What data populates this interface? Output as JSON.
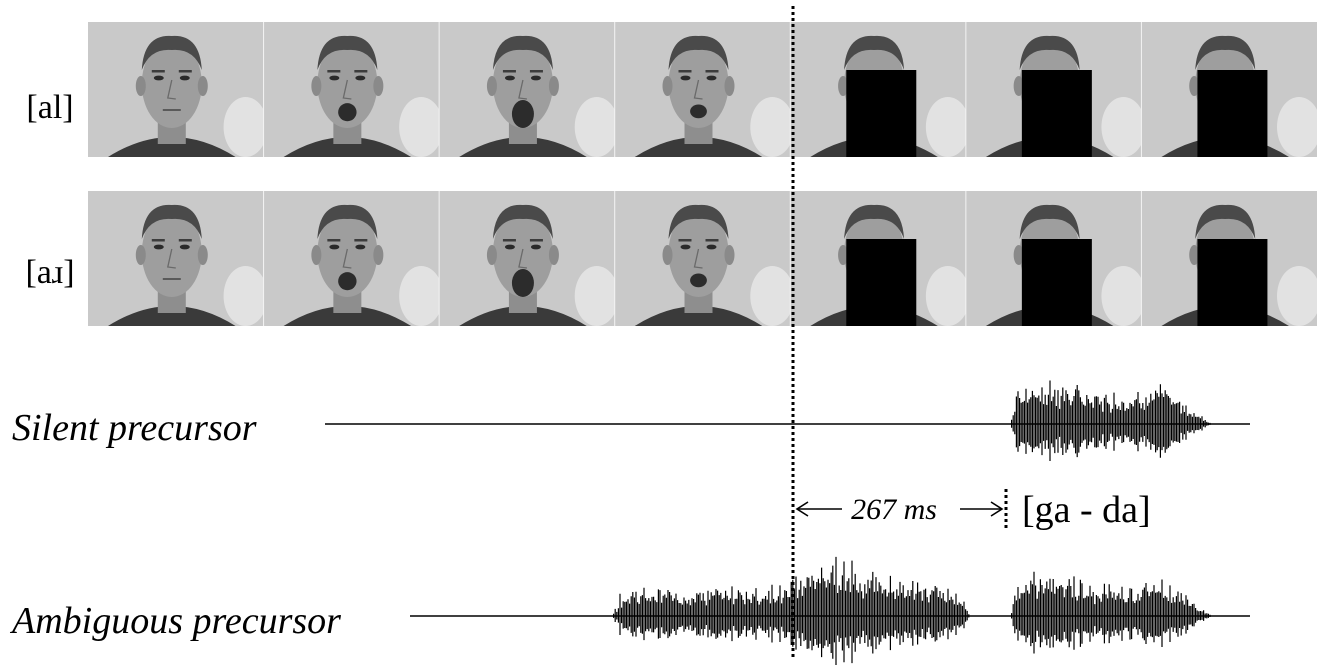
{
  "rows": [
    {
      "label": "[al]",
      "frame_count": 7,
      "masked_frames": [
        5,
        6,
        7
      ]
    },
    {
      "label": "[aɹ]",
      "frame_count": 7,
      "masked_frames": [
        5,
        6,
        7
      ]
    }
  ],
  "conditions": {
    "silent": "Silent precursor",
    "ambiguous": "Ambiguous precursor"
  },
  "timing": {
    "label": "267 ms",
    "target_label": "[ga - da]"
  },
  "colors": {
    "ink": "#000000",
    "frame_bg": "#c9c9c9",
    "face": "#9e9e9e",
    "mask": "#000000"
  }
}
